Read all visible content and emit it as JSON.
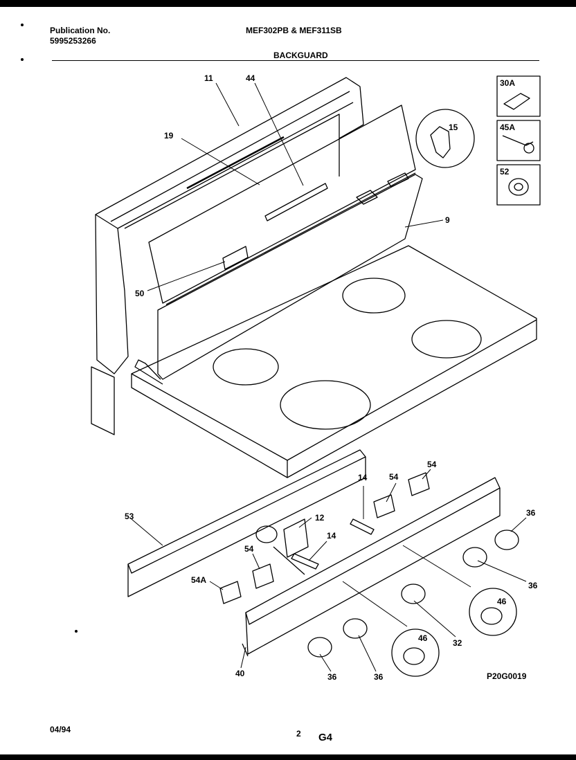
{
  "header": {
    "publication_label": "Publication No.",
    "publication_number": "5995253266",
    "models": "MEF302PB & MEF311SB",
    "section": "BACKGUARD"
  },
  "callouts": {
    "p11": "11",
    "p44": "44",
    "p19": "19",
    "p15": "15",
    "p9": "9",
    "p50": "50",
    "p53": "53",
    "p54a": "54",
    "p54b": "54",
    "p54c": "54",
    "p54A": "54A",
    "p14a": "14",
    "p14b": "14",
    "p12": "12",
    "p36a": "36",
    "p36b": "36",
    "p36c": "36",
    "p36d": "36",
    "p46a": "46",
    "p46b": "46",
    "p32": "32",
    "p40": "40"
  },
  "insets": {
    "i30A": "30A",
    "i45A": "45A",
    "i52": "52"
  },
  "diagram_code": "P20G0019",
  "footer": {
    "date": "04/94",
    "page": "2",
    "grid": "G4"
  }
}
